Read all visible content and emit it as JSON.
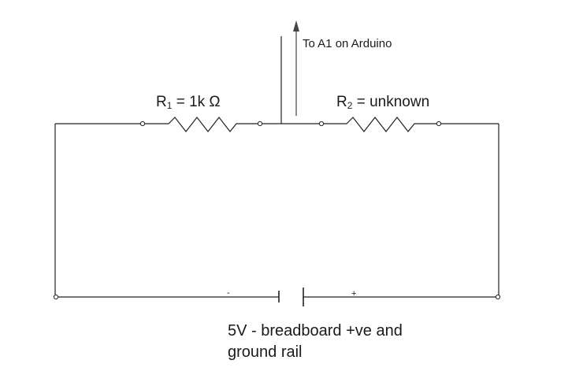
{
  "resistor_1": {
    "label_main": "R",
    "label_sub": "1",
    "label_rest": " = 1k Ω"
  },
  "resistor_2": {
    "label_main": "R",
    "label_sub": "2",
    "label_rest": " = unknown"
  },
  "probe": {
    "label": "To A1 on Arduino"
  },
  "battery": {
    "negative_sign": "-",
    "positive_sign": "+"
  },
  "caption": {
    "line1": "5V - breadboard +ve and",
    "line2": "ground rail"
  },
  "colors": {
    "line": "#222222",
    "text": "#1a1a1a",
    "background": "#ffffff"
  }
}
